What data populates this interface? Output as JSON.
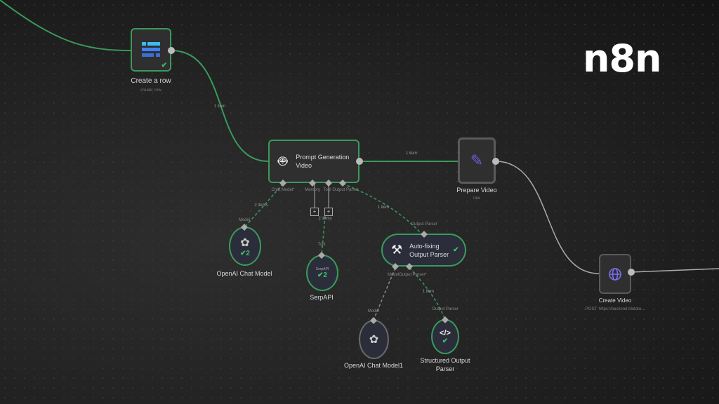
{
  "logo": "n8n",
  "colors": {
    "success": "#3a9a5b",
    "handle": "#aaaaaa",
    "icon_purple": "#6b5fd6",
    "icon_blue": "#3b82f6"
  },
  "nodes": {
    "create_row": {
      "title": "Create a row",
      "subtitle": "create: row",
      "icon": "table-icon"
    },
    "prompt": {
      "title": "Prompt Generation Video",
      "icon": "robot-icon",
      "handles": [
        "Chat Model*",
        "Memory",
        "Tool",
        "Output Parser"
      ]
    },
    "prepare": {
      "title": "Prepare Video",
      "subtitle": "raw",
      "icon": "pencil-icon"
    },
    "create_video": {
      "title": "Create Video",
      "subtitle": "POST: https://backend.blotato...",
      "icon": "globe-icon"
    },
    "openai1": {
      "title": "OpenAI Chat Model",
      "input": "Model",
      "badge": "2",
      "icon": "openai-icon"
    },
    "serpapi": {
      "title": "SerpAPI",
      "input": "Tool",
      "badge": "2",
      "inner": "SerpAPI"
    },
    "autofix": {
      "title": "Auto-fixing Output Parser",
      "input": "Output Parser",
      "handles": [
        "Model",
        "Output Parser*"
      ],
      "icon": "tools-icon"
    },
    "openai2": {
      "title": "OpenAI Chat Model1",
      "input": "Model",
      "icon": "openai-icon"
    },
    "structured": {
      "title": "Structured Output Parser",
      "input": "Output Parser",
      "icon": "code-icon"
    }
  },
  "edges": {
    "e1": "1 item",
    "e2": "1 item",
    "e3": "2 items",
    "e4": "2 items",
    "e5": "1 item",
    "e6": "1 item"
  }
}
